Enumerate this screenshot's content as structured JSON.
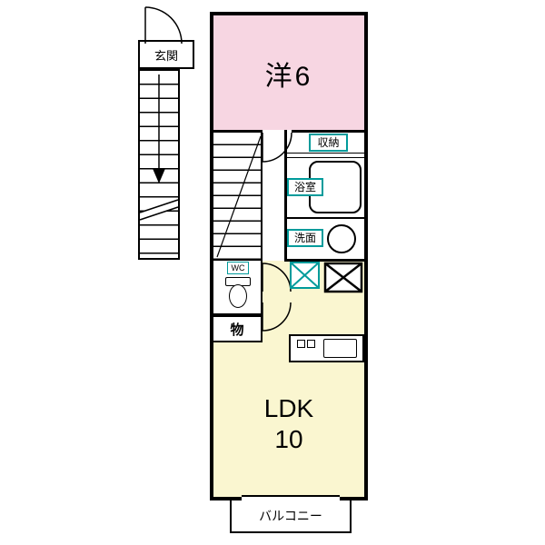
{
  "plan": {
    "entrance_label": "玄関",
    "rooms": {
      "western": {
        "label": "洋6"
      },
      "closet": {
        "label": "収納"
      },
      "bath": {
        "label": "浴室"
      },
      "washroom": {
        "label": "洗面"
      },
      "wc": {
        "label": "WC"
      },
      "storage": {
        "label": "物"
      },
      "ldk": {
        "line1": "LDK",
        "line2": "10"
      },
      "balcony": {
        "label": "バルコニー"
      }
    },
    "colors": {
      "wall": "#000000",
      "western_room_fill": "#f7d6e2",
      "ldk_fill": "#faf6d0",
      "fixture_accent": "#009b9b",
      "background": "#ffffff"
    }
  }
}
